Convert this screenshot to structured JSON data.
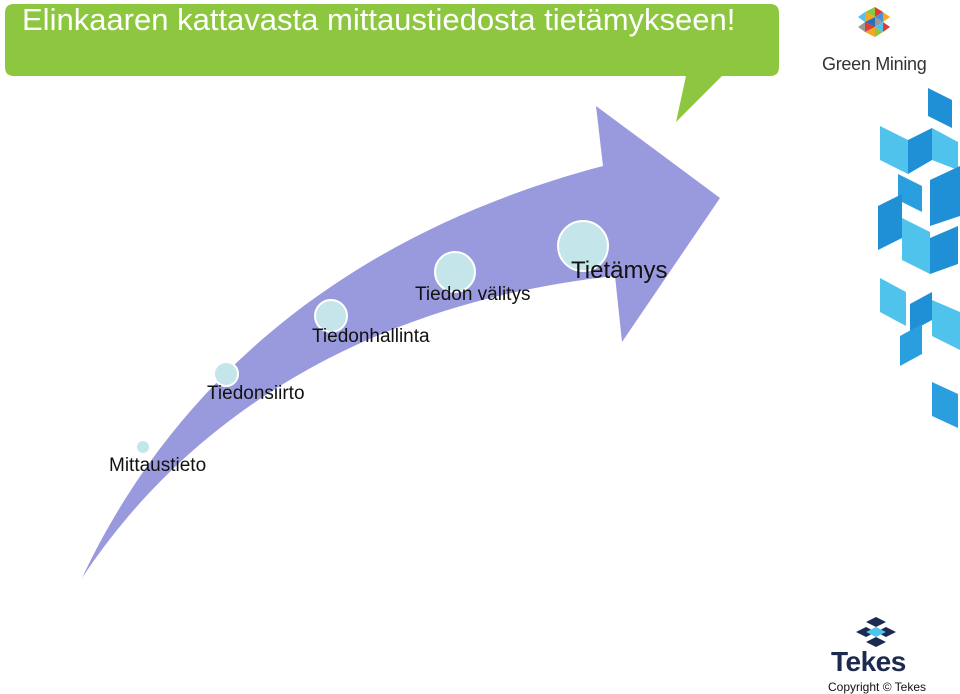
{
  "slide": {
    "title": "Elinkaaren kattavasta mittaustiedosta tietämykseen!"
  },
  "branding": {
    "green_mining": "Green Mining",
    "tekes": "Tekes",
    "copyright": "Copyright © Tekes"
  },
  "stages": [
    {
      "label": "Mittaustieto"
    },
    {
      "label": "Tiedonsiirto"
    },
    {
      "label": "Tiedonhallinta"
    },
    {
      "label": "Tiedon välitys"
    },
    {
      "label": "Tietämys"
    }
  ],
  "colors": {
    "title_bubble": "#8dc63f",
    "arrow": "#9999dd",
    "node_fill": "#c4e6ea",
    "deco_blue": "#1f8fd6",
    "deco_cyan": "#4fc3ec"
  }
}
